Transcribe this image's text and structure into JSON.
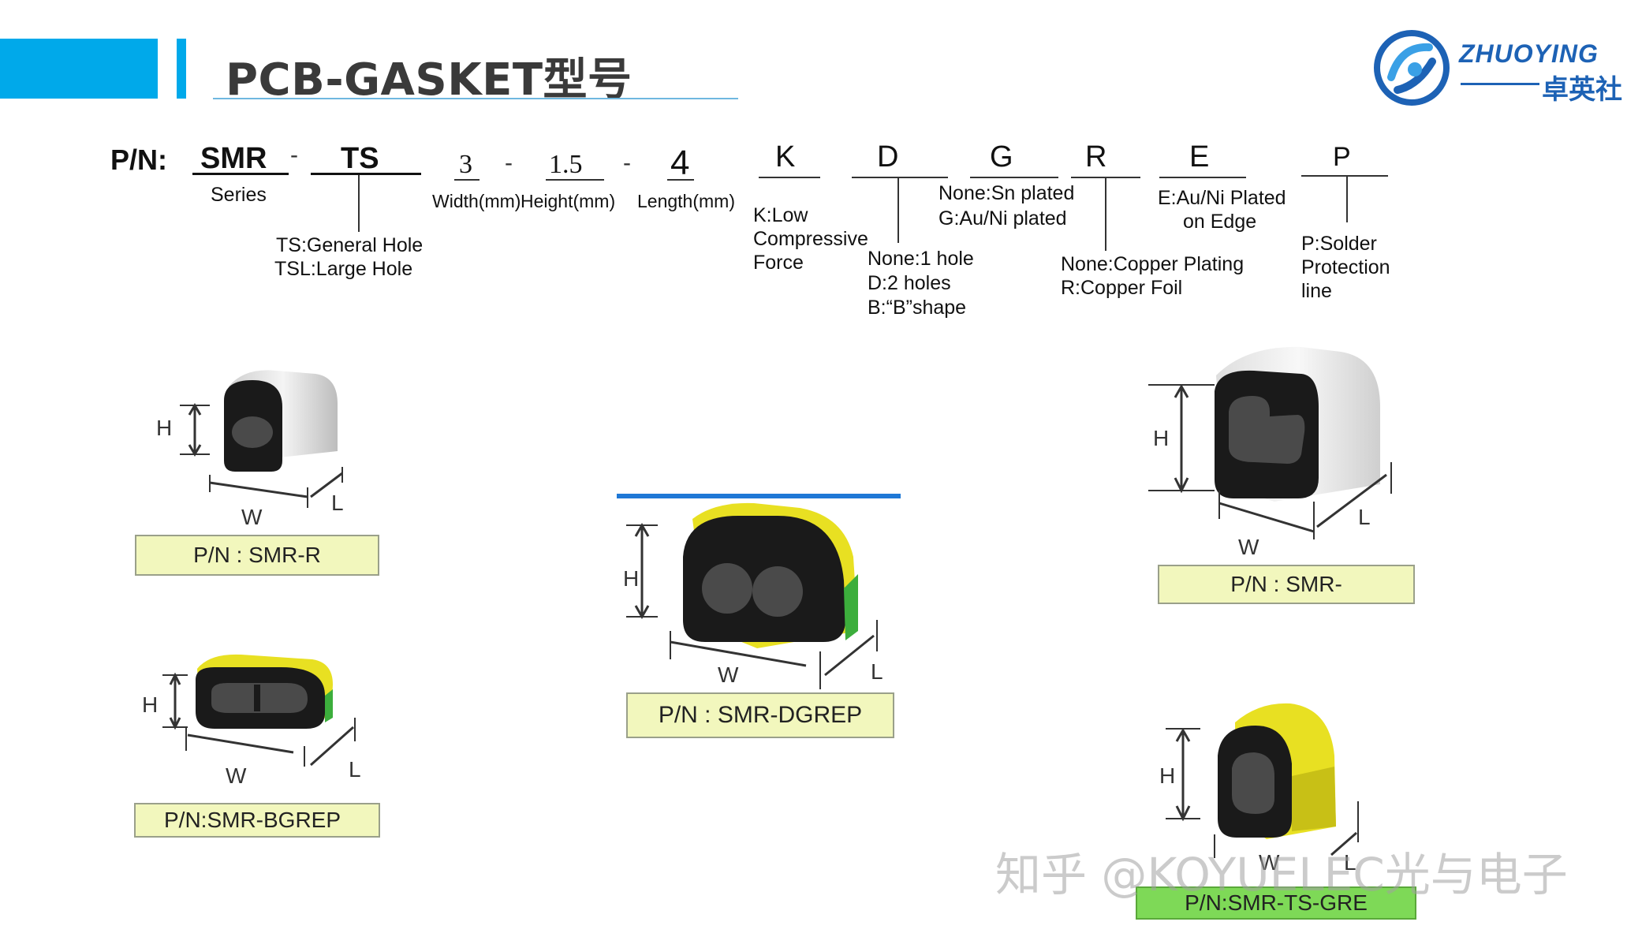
{
  "header": {
    "title": "PCB-GASKET型号"
  },
  "logo": {
    "name_en": "ZHUOYING",
    "name_cn": "卓英社"
  },
  "pn_breakdown": {
    "prefix": "P/N:",
    "segments": {
      "series": {
        "code": "SMR",
        "desc": [
          "Series"
        ]
      },
      "hole": {
        "code": "TS",
        "desc": [
          "TS:General  Hole",
          "TSL:Large Hole"
        ]
      },
      "width": {
        "code": "3",
        "desc": [
          "Width(mm)"
        ]
      },
      "height": {
        "code": "1.5",
        "desc": [
          "Height(mm)"
        ]
      },
      "length": {
        "code": "4",
        "desc": [
          "Length(mm)"
        ]
      },
      "force": {
        "code": "K",
        "desc": [
          "K:Low",
          "Compressive",
          "Force"
        ]
      },
      "holes": {
        "code": "D",
        "desc": [
          "None:1   hole",
          "D:2   holes",
          "B:“B”shape"
        ]
      },
      "plating": {
        "code": "G",
        "desc": [
          "None:Sn   plated",
          "G:Au/Ni plated"
        ]
      },
      "copper": {
        "code": "R",
        "desc": [
          "None:Copper  Plating",
          "R:Copper   Foil"
        ]
      },
      "edge": {
        "code": "E",
        "desc": [
          "E:Au/Ni   Plated",
          "on Edge"
        ]
      },
      "protection": {
        "code": "P",
        "desc": [
          "P:Solder",
          "Protection",
          "line"
        ]
      }
    },
    "separators": [
      "-",
      "-",
      "-"
    ]
  },
  "dims": {
    "h": "H",
    "w": "W",
    "l": "L"
  },
  "products": [
    {
      "label": "P/N : SMR-R"
    },
    {
      "label": "P/N:SMR-BGREP"
    },
    {
      "label": "P/N : SMR-DGREP"
    },
    {
      "label": "P/N : SMR-"
    },
    {
      "label": "P/N:SMR-TS-GRE"
    }
  ],
  "watermark": "知乎 @KOYUELEC光与电子",
  "colors": {
    "accent_blue": "#00a9ea",
    "logo_blue": "#1d62b5",
    "label_fill": "#f2f7bd",
    "gasket_yellow": "#e8e022",
    "gasket_black": "#1a1a1a",
    "gasket_white": "#eeeeee",
    "stripe_green": "#3cae3c"
  }
}
